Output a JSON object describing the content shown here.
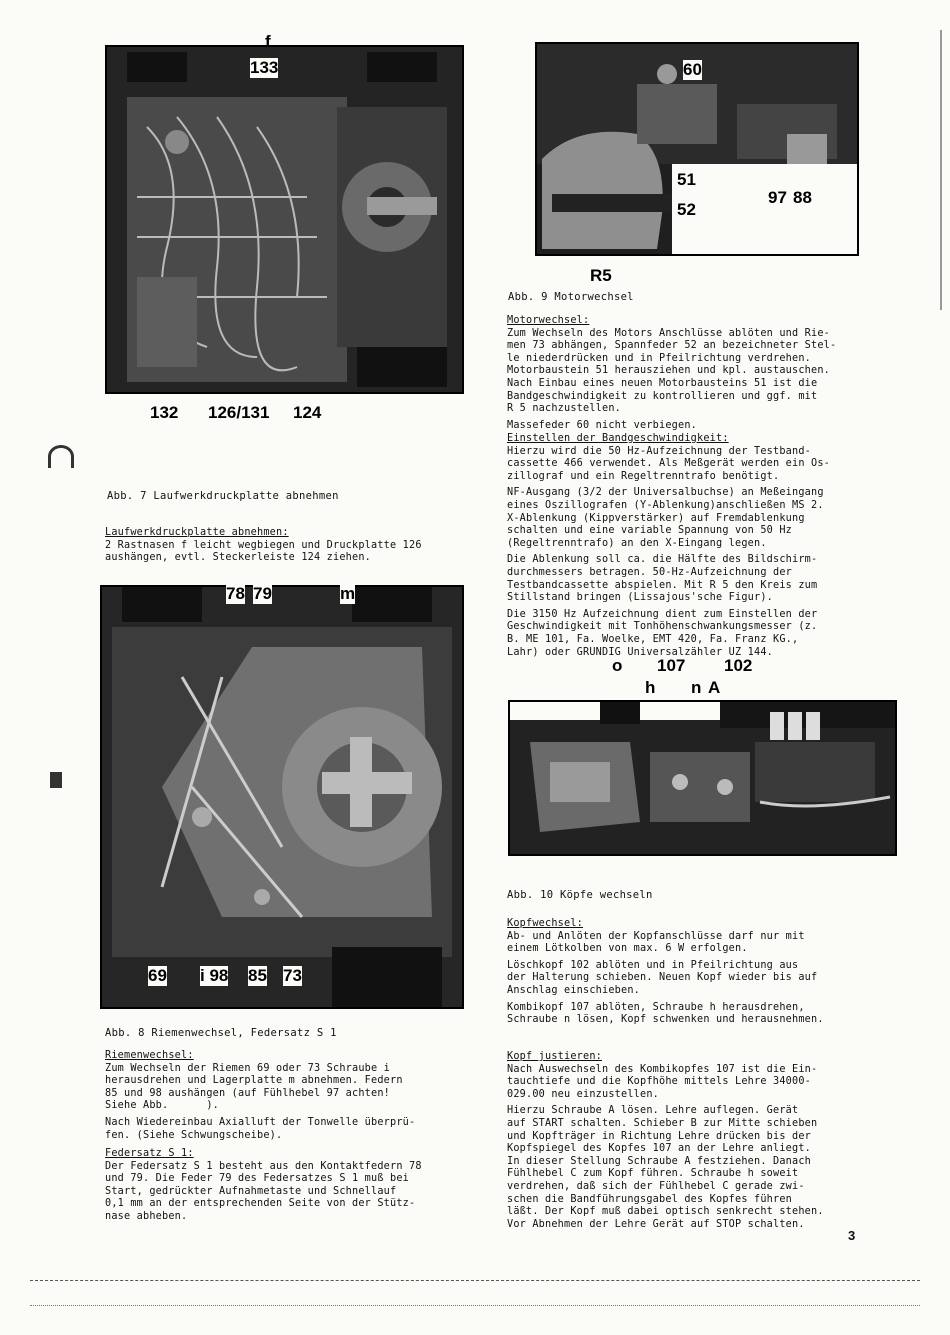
{
  "figures": {
    "abb7": {
      "caption": "Abb. 7    Laufwerkdruckplatte abnehmen",
      "labels": {
        "f": "f",
        "n133": "133",
        "n132": "132",
        "n126": "126/131",
        "n124": "124"
      }
    },
    "abb8": {
      "caption": "Abb. 8    Riemenwechsel, Federsatz S 1",
      "labels": {
        "n78": "78",
        "n79": "79",
        "m": "m",
        "n69": "69",
        "i98": "i 98",
        "n85": "85",
        "n73": "73"
      }
    },
    "abb9": {
      "caption": "Abb. 9    Motorwechsel",
      "labels": {
        "n60": "60",
        "n51": "51",
        "n52": "52",
        "n97": "97",
        "n88": "88",
        "r5": "R5"
      }
    },
    "abb10": {
      "caption": "Abb. 10   Köpfe wechseln",
      "labels": {
        "o": "o",
        "n107": "107",
        "n102": "102",
        "h": "h",
        "n": "n",
        "A": "A"
      }
    }
  },
  "left_column": {
    "laufwerk": {
      "heading": "Laufwerkdruckplatte abnehmen:",
      "text": "2 Rastnasen f leicht wegbiegen und Druckplatte 126\naushängen, evtl. Steckerleiste 124 ziehen."
    },
    "riemen": {
      "heading": "Riemenwechsel:",
      "paragraphs": [
        "Zum Wechseln der Riemen 69 oder 73 Schraube i\nherausdrehen und Lagerplatte m abnehmen. Federn\n85 und 98 aushängen (auf Fühlhebel 97 achten!\nSiehe Abb.      ).",
        "Nach Wiedereinbau Axialluft der Tonwelle überprü-\nfen. (Siehe Schwungscheibe)."
      ]
    },
    "federsatz": {
      "heading": "Federsatz S 1:",
      "text": "Der Federsatz S 1 besteht aus den Kontaktfedern 78\nund 79. Die Feder 79 des Federsatzes S 1 muß bei\nStart, gedrückter Aufnahmetaste und Schnellauf\n0,1 mm an der entsprechenden Seite von der Stütz-\nnase abheben."
    }
  },
  "right_column": {
    "motor": {
      "heading": "Motorwechsel:",
      "paragraphs": [
        "Zum Wechseln des Motors Anschlüsse ablöten und Rie-\nmen 73 abhängen, Spannfeder 52 an bezeichneter Stel-\nle niederdrücken und in Pfeilrichtung verdrehen.\nMotorbaustein 51 herausziehen und kpl. austauschen.\nNach Einbau eines neuen Motorbausteins 51 ist die\nBandgeschwindigkeit zu kontrollieren und ggf. mit\nR 5 nachzustellen.",
        "Massefeder 60 nicht verbiegen."
      ]
    },
    "bandgeschw": {
      "heading": "Einstellen der Bandgeschwindigkeit:",
      "paragraphs": [
        "Hierzu wird die 50 Hz-Aufzeichnung der Testband-\ncassette 466 verwendet. Als Meßgerät werden ein Os-\nzillograf und ein Regeltrenntrafo benötigt.",
        "NF-Ausgang (3/2 der Universalbuchse) an Meßeingang\neines Oszillografen (Y-Ablenkung)anschließen MS 2.\nX-Ablenkung (Kippverstärker) auf Fremdablenkung\nschalten und eine variable Spannung von 50 Hz\n(Regeltrenntrafo) an den X-Eingang legen.",
        "Die Ablenkung soll ca. die Hälfte des Bildschirm-\ndurchmessers betragen. 50-Hz-Aufzeichnung der\nTestbandcassette abspielen. Mit R 5 den Kreis zum\nStillstand bringen (Lissajous'sche Figur).",
        "Die 3150 Hz Aufzeichnung dient zum Einstellen der\nGeschwindigkeit mit Tonhöhenschwankungsmesser (z.\nB. ME 101, Fa. Woelke, EMT 420, Fa. Franz KG.,\nLahr) oder GRUNDIG Universalzähler UZ 144."
      ]
    },
    "kopf": {
      "heading": "Kopfwechsel:",
      "paragraphs": [
        "Ab- und Anlöten der Kopfanschlüsse darf nur mit\neinem Lötkolben von max. 6 W erfolgen.",
        "Löschkopf 102 ablöten und in Pfeilrichtung aus\nder Halterung schieben. Neuen Kopf wieder bis auf\nAnschlag einschieben.",
        "Kombikopf 107 ablöten, Schraube h herausdrehen,\nSchraube n lösen, Kopf schwenken und herausnehmen."
      ]
    },
    "justieren": {
      "heading": "Kopf justieren:",
      "paragraphs": [
        "Nach Auswechseln des Kombikopfes 107 ist die Ein-\ntauchtiefe und die Kopfhöhe mittels Lehre 34000-\n029.00 neu einzustellen.",
        "Hierzu Schraube A lösen. Lehre auflegen. Gerät\nauf START schalten. Schieber B zur Mitte schieben\nund Kopfträger in Richtung Lehre drücken bis der\nKopfspiegel des Kopfes 107 an der Lehre anliegt.\nIn dieser Stellung Schraube A festziehen. Danach\nFühlhebel C zum Kopf führen. Schraube h soweit\nverdrehen, daß sich der Fühlhebel C gerade zwi-\nschen die Bandführungsgabel des Kopfes führen\nläßt. Der Kopf muß dabei optisch senkrecht stehen.\nVor Abnehmen der Lehre Gerät auf STOP schalten."
      ]
    }
  },
  "page_number": "3"
}
